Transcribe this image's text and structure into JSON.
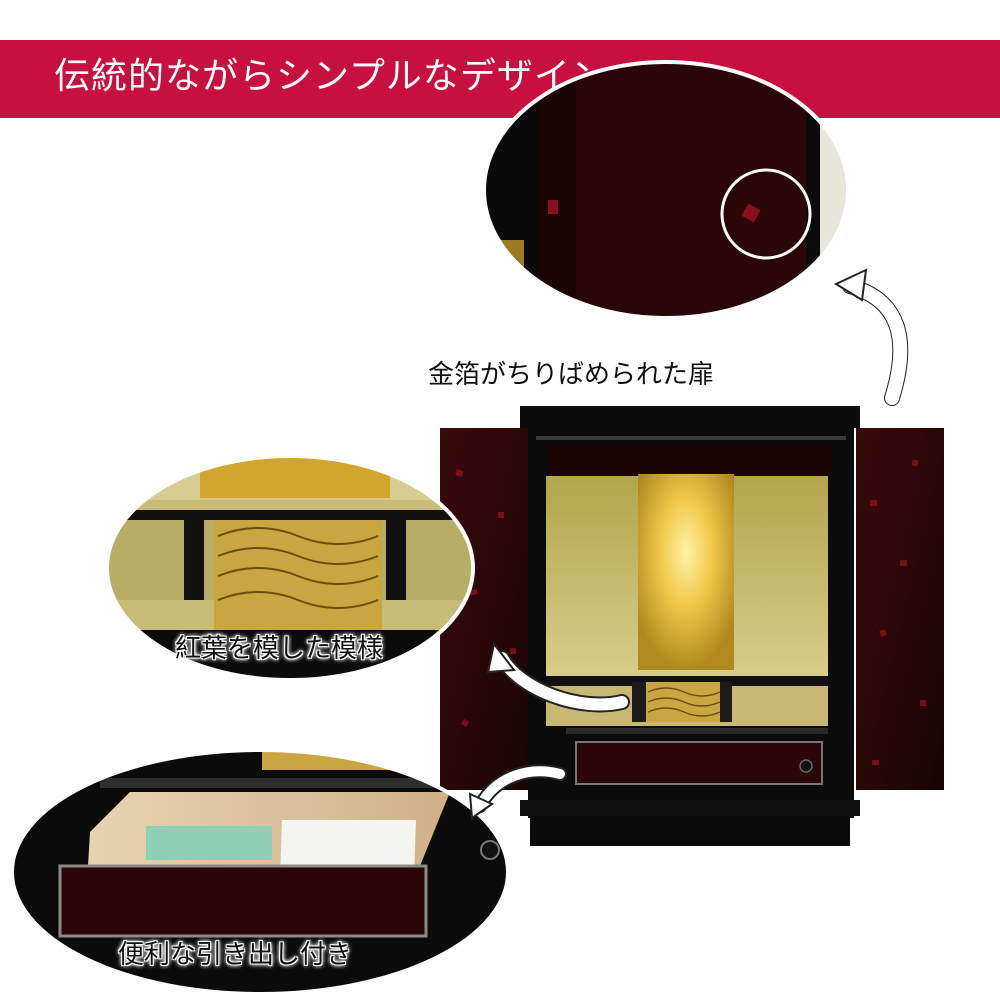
{
  "banner": {
    "title": "伝統的ながらシンプルなデザイン",
    "color": "#c8103e"
  },
  "callouts": {
    "doors": "金箔がちりばめられた扉",
    "pattern": "紅葉を模した模様",
    "drawer": "便利な引き出し付き"
  },
  "colors": {
    "lacquer": "#2a0608",
    "black": "#0b0b0b",
    "gold": "#c8b24a",
    "light": "#f2c84a"
  }
}
